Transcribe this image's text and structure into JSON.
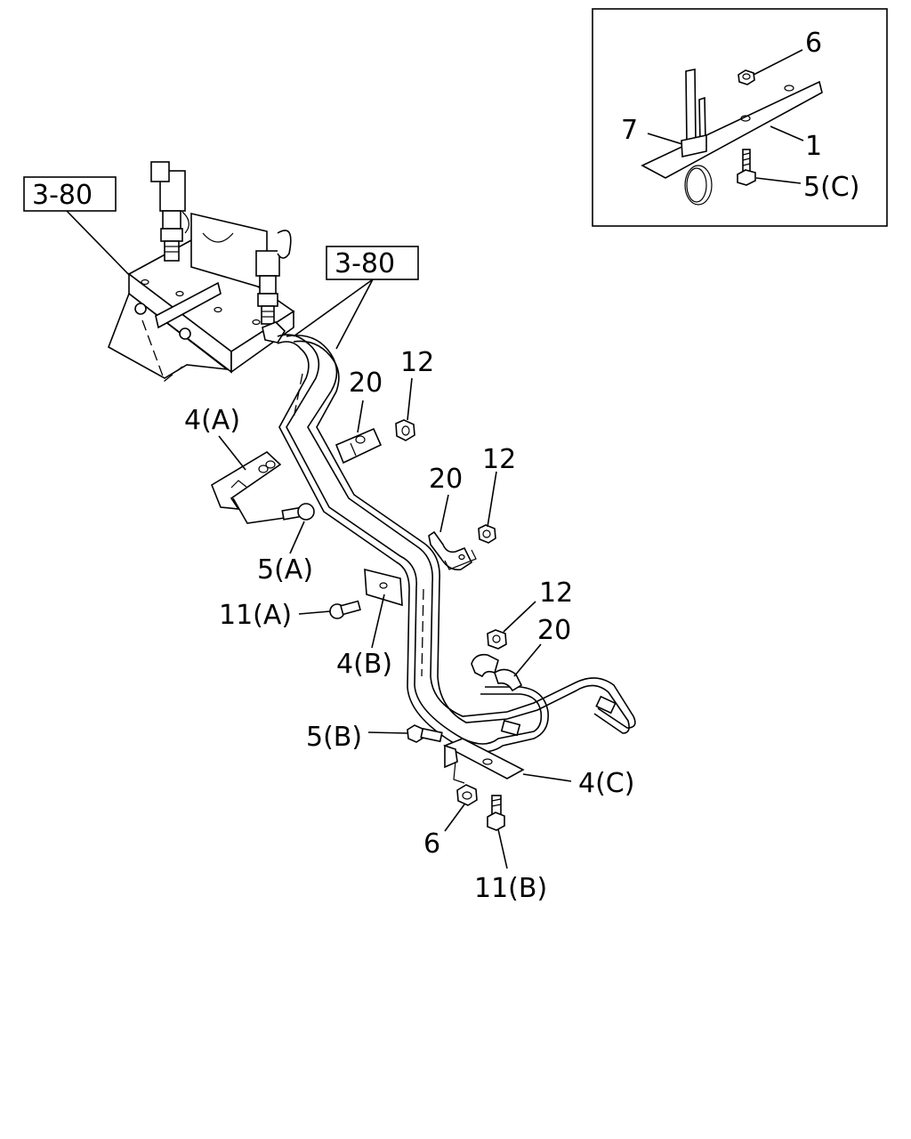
{
  "refs": {
    "top": "3-80",
    "middle": "3-80"
  },
  "inset": {
    "label_6": "6",
    "label_7": "7",
    "label_1": "1",
    "label_5c": "5(C)"
  },
  "labels": {
    "p4a": "4(A)",
    "p5a": "5(A)",
    "p11a": "11(A)",
    "p4b": "4(B)",
    "p20a": "20",
    "p12a": "12",
    "p20b": "20",
    "p12b": "12",
    "p12c": "12",
    "p20c": "20",
    "p5b": "5(B)",
    "p4c": "4(C)",
    "p6": "6",
    "p11b": "11(B)"
  }
}
